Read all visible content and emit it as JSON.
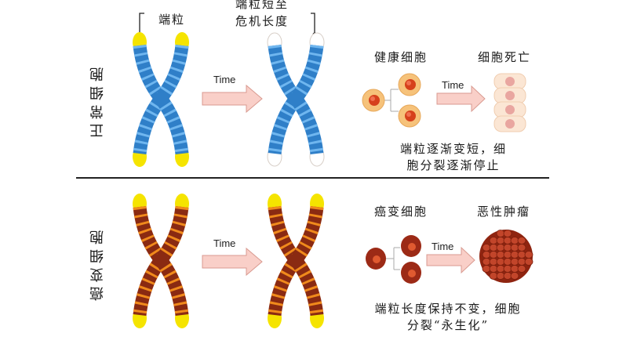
{
  "colors": {
    "telomere": "#f5e400",
    "normal_chromosome": "#2f7fc8",
    "normal_band": "#6fb6ef",
    "cancer_chromosome": "#8a2a12",
    "cancer_band": "#f08a1c",
    "arrow_fill": "#f9cfc8",
    "arrow_stroke": "#d99a90",
    "healthy_cell": "#f6c27a",
    "healthy_nucleus": "#d6401c",
    "cancer_cell": "#9c2a16",
    "tumor": "#b53a1e"
  },
  "top_row": {
    "side_label": "正常细胞",
    "telomere_label": "端粒",
    "critical_label_line1": "端粒短至",
    "critical_label_line2": "危机长度",
    "arrow1_label": "Time",
    "healthy_cells_label": "健康细胞",
    "arrow2_label": "Time",
    "cell_death_label": "细胞死亡",
    "description_line1": "端粒逐渐变短，细",
    "description_line2": "胞分裂逐渐停止"
  },
  "bottom_row": {
    "side_label": "癌变细胞",
    "arrow1_label": "Time",
    "cancer_cells_label": "癌变细胞",
    "arrow2_label": "Time",
    "tumor_label": "恶性肿瘤",
    "description_line1": "端粒长度保持不变，细胞",
    "description_line2": "分裂“永生化”"
  }
}
